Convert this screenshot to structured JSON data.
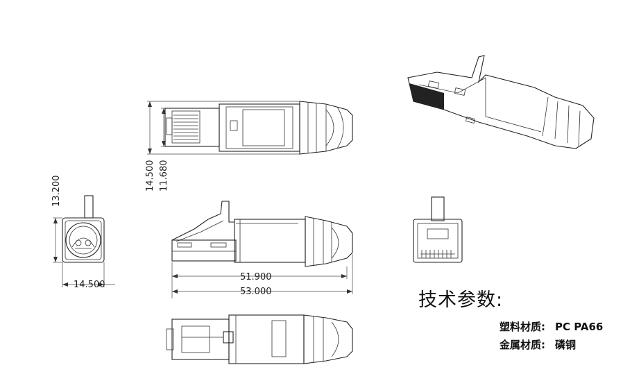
{
  "dimensions": {
    "total_height": "14.500",
    "body_height": "11.680",
    "end_height": "13.200",
    "end_width": "14.500",
    "length_short": "51.900",
    "length_long": "53.000"
  },
  "specs": {
    "title": "技术参数:",
    "rows": [
      {
        "label": "塑料材质:",
        "value": "PC PA66"
      },
      {
        "label": "金属材质:",
        "value": "磷铜"
      }
    ]
  }
}
